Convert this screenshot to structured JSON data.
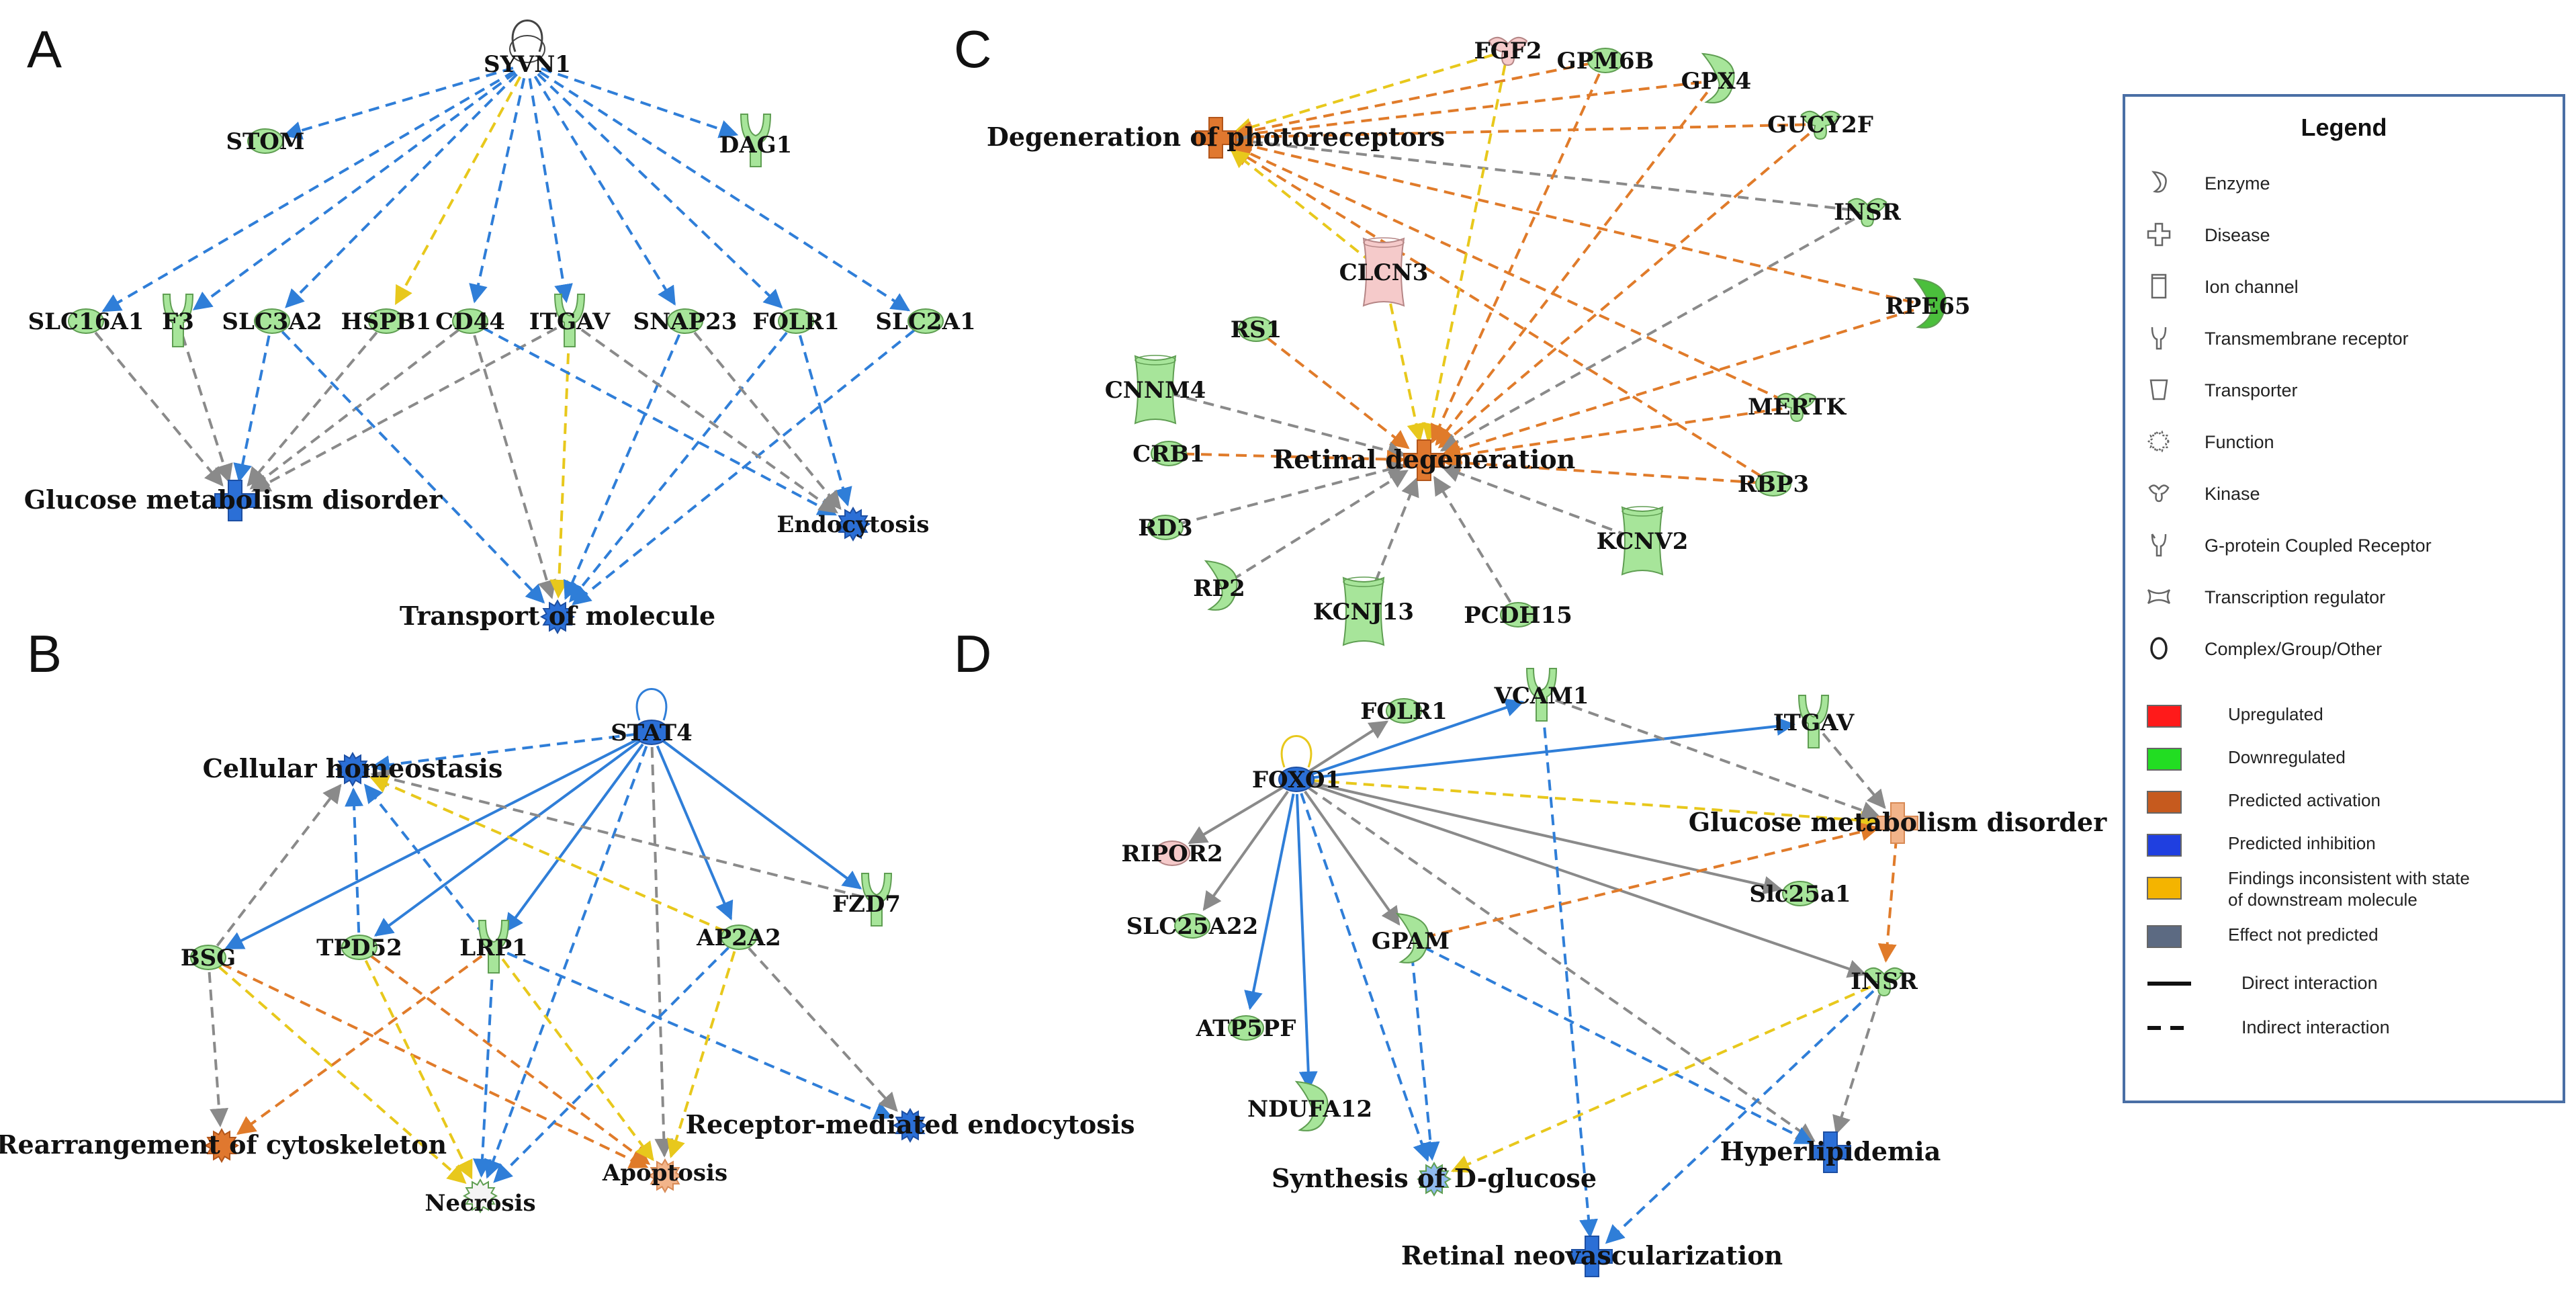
{
  "colors": {
    "blue": "#2f7ed8",
    "orange": "#e07b2a",
    "yellow": "#e8c81c",
    "gray": "#8a8a8a",
    "green_fill": "#a7e59a",
    "green_dark": "#4bbf3c",
    "blue_fill": "#2b6fd6",
    "orange_fill": "#e0782f",
    "light_orange": "#f2b48a",
    "pink_fill": "#f5caca",
    "white_fill": "#f4f4f4"
  },
  "panels": [
    {
      "letter": "A",
      "nodes": [
        {
          "id": "SYVN1",
          "label": "SYVN1",
          "shape": "complex",
          "fill": "none"
        },
        {
          "id": "STOM",
          "label": "STOM",
          "shape": "ellipse",
          "fill": "green"
        },
        {
          "id": "DAG1",
          "label": "DAG1",
          "shape": "receptor",
          "fill": "green"
        },
        {
          "id": "SLC16A1",
          "label": "SLC16A1",
          "shape": "ellipse",
          "fill": "green"
        },
        {
          "id": "F3",
          "label": "F3",
          "shape": "receptor",
          "fill": "green"
        },
        {
          "id": "SLC3A2",
          "label": "SLC3A2",
          "shape": "ellipse",
          "fill": "green"
        },
        {
          "id": "HSPB1",
          "label": "HSPB1",
          "shape": "ellipse",
          "fill": "green"
        },
        {
          "id": "CD44",
          "label": "CD44",
          "shape": "ellipse",
          "fill": "green"
        },
        {
          "id": "ITGAV",
          "label": "ITGAV",
          "shape": "receptor",
          "fill": "green"
        },
        {
          "id": "SNAP23",
          "label": "SNAP23",
          "shape": "ellipse",
          "fill": "green"
        },
        {
          "id": "FOLR1",
          "label": "FOLR1",
          "shape": "ellipse",
          "fill": "green"
        },
        {
          "id": "SLC2A1",
          "label": "SLC2A1",
          "shape": "ellipse",
          "fill": "green"
        },
        {
          "id": "GMD_A",
          "label": "Glucose metabolism disorder",
          "shape": "cross",
          "fill": "blue"
        },
        {
          "id": "ENDO",
          "label": "Endocytosis",
          "shape": "function",
          "fill": "blue"
        },
        {
          "id": "TOM",
          "label": "Transport of molecule",
          "shape": "function",
          "fill": "blue"
        }
      ],
      "edges": [
        [
          "SYVN1",
          "STOM",
          "blue",
          "dashed"
        ],
        [
          "SYVN1",
          "DAG1",
          "blue",
          "dashed"
        ],
        [
          "SYVN1",
          "SLC16A1",
          "blue",
          "dashed"
        ],
        [
          "SYVN1",
          "F3",
          "blue",
          "dashed"
        ],
        [
          "SYVN1",
          "SLC3A2",
          "blue",
          "dashed"
        ],
        [
          "SYVN1",
          "HSPB1",
          "yellow",
          "dashed"
        ],
        [
          "SYVN1",
          "CD44",
          "blue",
          "dashed"
        ],
        [
          "SYVN1",
          "ITGAV",
          "blue",
          "dashed"
        ],
        [
          "SYVN1",
          "SNAP23",
          "blue",
          "dashed"
        ],
        [
          "SYVN1",
          "FOLR1",
          "blue",
          "dashed"
        ],
        [
          "SYVN1",
          "SLC2A1",
          "blue",
          "dashed"
        ],
        [
          "SLC16A1",
          "GMD_A",
          "gray",
          "dashed"
        ],
        [
          "F3",
          "GMD_A",
          "gray",
          "dashed"
        ],
        [
          "SLC3A2",
          "GMD_A",
          "blue",
          "dashed"
        ],
        [
          "HSPB1",
          "GMD_A",
          "gray",
          "dashed"
        ],
        [
          "CD44",
          "GMD_A",
          "gray",
          "dashed"
        ],
        [
          "ITGAV",
          "GMD_A",
          "gray",
          "dashed"
        ],
        [
          "SLC3A2",
          "TOM",
          "blue",
          "dashed"
        ],
        [
          "CD44",
          "TOM",
          "gray",
          "dashed"
        ],
        [
          "ITGAV",
          "TOM",
          "yellow",
          "dashed"
        ],
        [
          "SNAP23",
          "TOM",
          "blue",
          "dashed"
        ],
        [
          "FOLR1",
          "TOM",
          "blue",
          "dashed"
        ],
        [
          "SLC2A1",
          "TOM",
          "blue",
          "dashed"
        ],
        [
          "CD44",
          "ENDO",
          "blue",
          "dashed"
        ],
        [
          "ITGAV",
          "ENDO",
          "gray",
          "dashed"
        ],
        [
          "FOLR1",
          "ENDO",
          "blue",
          "dashed"
        ],
        [
          "SNAP23",
          "ENDO",
          "gray",
          "dashed"
        ]
      ]
    },
    {
      "letter": "B",
      "nodes": [
        {
          "id": "STAT4",
          "label": "STAT4",
          "shape": "ellipse",
          "fill": "blue"
        },
        {
          "id": "CH",
          "label": "Cellular homeostasis",
          "shape": "function",
          "fill": "blue"
        },
        {
          "id": "FZD7",
          "label": "FZD7",
          "shape": "receptor",
          "fill": "green"
        },
        {
          "id": "BSG",
          "label": "BSG",
          "shape": "ellipse",
          "fill": "green"
        },
        {
          "id": "TPD52",
          "label": "TPD52",
          "shape": "ellipse",
          "fill": "green"
        },
        {
          "id": "LRP1",
          "label": "LRP1",
          "shape": "receptor",
          "fill": "green"
        },
        {
          "id": "AP2A2",
          "label": "AP2A2",
          "shape": "ellipse",
          "fill": "green"
        },
        {
          "id": "RC",
          "label": "Rearrangement of cytoskeleton",
          "shape": "function",
          "fill": "orange"
        },
        {
          "id": "NEC",
          "label": "Necrosis",
          "shape": "function",
          "fill": "white"
        },
        {
          "id": "APO",
          "label": "Apoptosis",
          "shape": "function",
          "fill": "lightorange"
        },
        {
          "id": "RME",
          "label": "Receptor-mediated endocytosis",
          "shape": "function",
          "fill": "blue"
        }
      ],
      "edges": [
        [
          "STAT4",
          "CH",
          "blue",
          "dashed"
        ],
        [
          "STAT4",
          "FZD7",
          "blue",
          "solid"
        ],
        [
          "STAT4",
          "BSG",
          "blue",
          "solid"
        ],
        [
          "STAT4",
          "TPD52",
          "blue",
          "solid"
        ],
        [
          "STAT4",
          "LRP1",
          "blue",
          "solid"
        ],
        [
          "STAT4",
          "AP2A2",
          "blue",
          "solid"
        ],
        [
          "STAT4",
          "NEC",
          "blue",
          "dashed"
        ],
        [
          "STAT4",
          "APO",
          "gray",
          "dashed"
        ],
        [
          "FZD7",
          "CH",
          "gray",
          "dashed"
        ],
        [
          "BSG",
          "CH",
          "gray",
          "dashed"
        ],
        [
          "TPD52",
          "CH",
          "blue",
          "dashed"
        ],
        [
          "LRP1",
          "CH",
          "blue",
          "dashed"
        ],
        [
          "AP2A2",
          "CH",
          "yellow",
          "dashed"
        ],
        [
          "BSG",
          "RC",
          "gray",
          "dashed"
        ],
        [
          "BSG",
          "NEC",
          "yellow",
          "dashed"
        ],
        [
          "BSG",
          "APO",
          "orange",
          "dashed"
        ],
        [
          "TPD52",
          "NEC",
          "yellow",
          "dashed"
        ],
        [
          "TPD52",
          "APO",
          "orange",
          "dashed"
        ],
        [
          "LRP1",
          "RC",
          "orange",
          "dashed"
        ],
        [
          "LRP1",
          "NEC",
          "blue",
          "dashed"
        ],
        [
          "LRP1",
          "APO",
          "yellow",
          "dashed"
        ],
        [
          "LRP1",
          "RME",
          "blue",
          "dashed"
        ],
        [
          "AP2A2",
          "NEC",
          "blue",
          "dashed"
        ],
        [
          "AP2A2",
          "APO",
          "yellow",
          "dashed"
        ],
        [
          "AP2A2",
          "RME",
          "gray",
          "dashed"
        ]
      ]
    },
    {
      "letter": "C",
      "nodes": [
        {
          "id": "DOP",
          "label": "Degeneration of photoreceptors",
          "shape": "cross",
          "fill": "orange"
        },
        {
          "id": "FGF2",
          "label": "FGF2",
          "shape": "kinase",
          "fill": "pink"
        },
        {
          "id": "GPM6B",
          "label": "GPM6B",
          "shape": "ellipse",
          "fill": "green"
        },
        {
          "id": "GPX4",
          "label": "GPX4",
          "shape": "enzyme",
          "fill": "green"
        },
        {
          "id": "GUCY2F",
          "label": "GUCY2F",
          "shape": "kinase",
          "fill": "green"
        },
        {
          "id": "INSR_C",
          "label": "INSR",
          "shape": "kinase",
          "fill": "green"
        },
        {
          "id": "RPE65",
          "label": "RPE65",
          "shape": "enzyme",
          "fill": "darkgreen"
        },
        {
          "id": "CLCN3",
          "label": "CLCN3",
          "shape": "channel",
          "fill": "pink"
        },
        {
          "id": "RS1",
          "label": "RS1",
          "shape": "ellipse",
          "fill": "green"
        },
        {
          "id": "CNNM4",
          "label": "CNNM4",
          "shape": "channel",
          "fill": "green"
        },
        {
          "id": "MERTK",
          "label": "MERTK",
          "shape": "kinase",
          "fill": "green"
        },
        {
          "id": "CRB1",
          "label": "CRB1",
          "shape": "ellipse",
          "fill": "green"
        },
        {
          "id": "RD",
          "label": "Retinal degeneration",
          "shape": "cross",
          "fill": "orange"
        },
        {
          "id": "RBP3",
          "label": "RBP3",
          "shape": "ellipse",
          "fill": "green"
        },
        {
          "id": "RD3",
          "label": "RD3",
          "shape": "ellipse",
          "fill": "green"
        },
        {
          "id": "KCNV2",
          "label": "KCNV2",
          "shape": "channel",
          "fill": "green"
        },
        {
          "id": "RP2",
          "label": "RP2",
          "shape": "enzyme",
          "fill": "green"
        },
        {
          "id": "KCNJ13",
          "label": "KCNJ13",
          "shape": "channel",
          "fill": "green"
        },
        {
          "id": "PCDH15",
          "label": "PCDH15",
          "shape": "ellipse",
          "fill": "green"
        }
      ],
      "edges": [
        [
          "FGF2",
          "DOP",
          "yellow",
          "dashed"
        ],
        [
          "GPM6B",
          "DOP",
          "orange",
          "dashed"
        ],
        [
          "GPX4",
          "DOP",
          "orange",
          "dashed"
        ],
        [
          "GUCY2F",
          "DOP",
          "orange",
          "dashed"
        ],
        [
          "INSR_C",
          "DOP",
          "gray",
          "dashed"
        ],
        [
          "RPE65",
          "DOP",
          "orange",
          "dashed"
        ],
        [
          "MERTK",
          "DOP",
          "orange",
          "dashed"
        ],
        [
          "RBP3",
          "DOP",
          "orange",
          "dashed"
        ],
        [
          "CLCN3",
          "DOP",
          "yellow",
          "dashed"
        ],
        [
          "FGF2",
          "RD",
          "yellow",
          "dashed"
        ],
        [
          "GPM6B",
          "RD",
          "orange",
          "dashed"
        ],
        [
          "GPX4",
          "RD",
          "orange",
          "dashed"
        ],
        [
          "GUCY2F",
          "RD",
          "orange",
          "dashed"
        ],
        [
          "INSR_C",
          "RD",
          "gray",
          "dashed"
        ],
        [
          "RPE65",
          "RD",
          "orange",
          "dashed"
        ],
        [
          "CLCN3",
          "RD",
          "yellow",
          "dashed"
        ],
        [
          "RS1",
          "RD",
          "orange",
          "dashed"
        ],
        [
          "CNNM4",
          "RD",
          "gray",
          "dashed"
        ],
        [
          "MERTK",
          "RD",
          "orange",
          "dashed"
        ],
        [
          "CRB1",
          "RD",
          "orange",
          "dashed"
        ],
        [
          "RBP3",
          "RD",
          "orange",
          "dashed"
        ],
        [
          "RD3",
          "RD",
          "gray",
          "dashed"
        ],
        [
          "KCNV2",
          "RD",
          "gray",
          "dashed"
        ],
        [
          "RP2",
          "RD",
          "gray",
          "dashed"
        ],
        [
          "KCNJ13",
          "RD",
          "gray",
          "dashed"
        ],
        [
          "PCDH15",
          "RD",
          "gray",
          "dashed"
        ]
      ]
    },
    {
      "letter": "D",
      "nodes": [
        {
          "id": "FOXO1",
          "label": "FOXO1",
          "shape": "ellipse",
          "fill": "blue"
        },
        {
          "id": "FOLR1_D",
          "label": "FOLR1",
          "shape": "ellipse",
          "fill": "green"
        },
        {
          "id": "VCAM1",
          "label": "VCAM1",
          "shape": "receptor",
          "fill": "green"
        },
        {
          "id": "ITGAV_D",
          "label": "ITGAV",
          "shape": "receptor",
          "fill": "green"
        },
        {
          "id": "GMD_D",
          "label": "Glucose metabolism disorder",
          "shape": "cross",
          "fill": "lightorange"
        },
        {
          "id": "RIPOR2",
          "label": "RIPOR2",
          "shape": "ellipse",
          "fill": "pink"
        },
        {
          "id": "SLC25A1",
          "label": "Slc25a1",
          "shape": "ellipse",
          "fill": "green"
        },
        {
          "id": "SLC25A22",
          "label": "SLC25A22",
          "shape": "ellipse",
          "fill": "green"
        },
        {
          "id": "GPAM",
          "label": "GPAM",
          "shape": "enzyme",
          "fill": "green"
        },
        {
          "id": "INSR_D",
          "label": "INSR",
          "shape": "kinase",
          "fill": "green"
        },
        {
          "id": "ATP5PF",
          "label": "ATP5PF",
          "shape": "ellipse",
          "fill": "green"
        },
        {
          "id": "NDUFA12",
          "label": "NDUFA12",
          "shape": "enzyme",
          "fill": "green"
        },
        {
          "id": "SDG",
          "label": "Synthesis of D-glucose",
          "shape": "function",
          "fill": "lightblue"
        },
        {
          "id": "HYP",
          "label": "Hyperlipidemia",
          "shape": "cross",
          "fill": "blue"
        },
        {
          "id": "RNV",
          "label": "Retinal neovascularization",
          "shape": "cross",
          "fill": "blue"
        }
      ],
      "edges": [
        [
          "FOXO1",
          "FOLR1_D",
          "gray",
          "solid"
        ],
        [
          "FOXO1",
          "VCAM1",
          "blue",
          "solid"
        ],
        [
          "FOXO1",
          "ITGAV_D",
          "blue",
          "solid"
        ],
        [
          "FOXO1",
          "GMD_D",
          "yellow",
          "dashed"
        ],
        [
          "FOXO1",
          "SLC25A1",
          "gray",
          "solid"
        ],
        [
          "FOXO1",
          "RIPOR2",
          "gray",
          "solid"
        ],
        [
          "FOXO1",
          "SLC25A22",
          "gray",
          "solid"
        ],
        [
          "FOXO1",
          "GPAM",
          "gray",
          "solid"
        ],
        [
          "FOXO1",
          "ATP5PF",
          "blue",
          "solid"
        ],
        [
          "FOXO1",
          "NDUFA12",
          "blue",
          "solid"
        ],
        [
          "FOXO1",
          "SDG",
          "blue",
          "dashed"
        ],
        [
          "FOXO1",
          "INSR_D",
          "gray",
          "solid"
        ],
        [
          "FOXO1",
          "HYP",
          "gray",
          "dashed"
        ],
        [
          "VCAM1",
          "GMD_D",
          "gray",
          "dashed"
        ],
        [
          "VCAM1",
          "RNV",
          "blue",
          "dashed"
        ],
        [
          "ITGAV_D",
          "GMD_D",
          "gray",
          "dashed"
        ],
        [
          "GPAM",
          "GMD_D",
          "orange",
          "dashed"
        ],
        [
          "GPAM",
          "SDG",
          "blue",
          "dashed"
        ],
        [
          "GPAM",
          "HYP",
          "blue",
          "dashed"
        ],
        [
          "GMD_D",
          "INSR_D",
          "orange",
          "dashed"
        ],
        [
          "INSR_D",
          "SDG",
          "yellow",
          "dashed"
        ],
        [
          "INSR_D",
          "RNV",
          "blue",
          "dashed"
        ],
        [
          "INSR_D",
          "HYP",
          "gray",
          "dashed"
        ]
      ]
    }
  ],
  "legend": {
    "title": "Legend",
    "shapes": [
      {
        "icon": "enzyme",
        "label": "Enzyme"
      },
      {
        "icon": "cross",
        "label": "Disease"
      },
      {
        "icon": "channel",
        "label": "Ion channel"
      },
      {
        "icon": "receptor",
        "label": "Transmembrane receptor"
      },
      {
        "icon": "transporter",
        "label": "Transporter"
      },
      {
        "icon": "function",
        "label": "Function"
      },
      {
        "icon": "kinase",
        "label": "Kinase"
      },
      {
        "icon": "gpcr",
        "label": "G-protein Coupled Receptor"
      },
      {
        "icon": "transcription",
        "label": "Transcription regulator"
      },
      {
        "icon": "complex",
        "label": "Complex/Group/Other"
      }
    ],
    "colors": [
      {
        "color": "#ff1a1a",
        "label": "Upregulated"
      },
      {
        "color": "#22dd22",
        "label": "Downregulated"
      },
      {
        "color": "#c65a1e",
        "label": "Predicted activation"
      },
      {
        "color": "#1f3fe0",
        "label": "Predicted inhibition"
      },
      {
        "color": "#f4b400",
        "label": "Findings inconsistent with state of downstream molecule"
      },
      {
        "color": "#5c6a82",
        "label": "Effect not predicted"
      }
    ],
    "lines": [
      {
        "style": "solid",
        "label": "Direct interaction"
      },
      {
        "style": "dashed",
        "label": "Indirect interaction"
      }
    ]
  }
}
